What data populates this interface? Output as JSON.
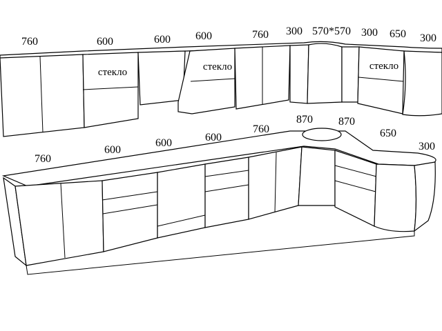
{
  "upper_row": {
    "dimensions": [
      "760",
      "600",
      "600",
      "600",
      "760",
      "300",
      "570*570",
      "300",
      "650",
      "300"
    ],
    "glass_labels": [
      "стекло",
      "стекло",
      "стекло"
    ]
  },
  "lower_row": {
    "dimensions": [
      "760",
      "600",
      "600",
      "600",
      "760",
      "870",
      "870",
      "650",
      "300"
    ]
  }
}
